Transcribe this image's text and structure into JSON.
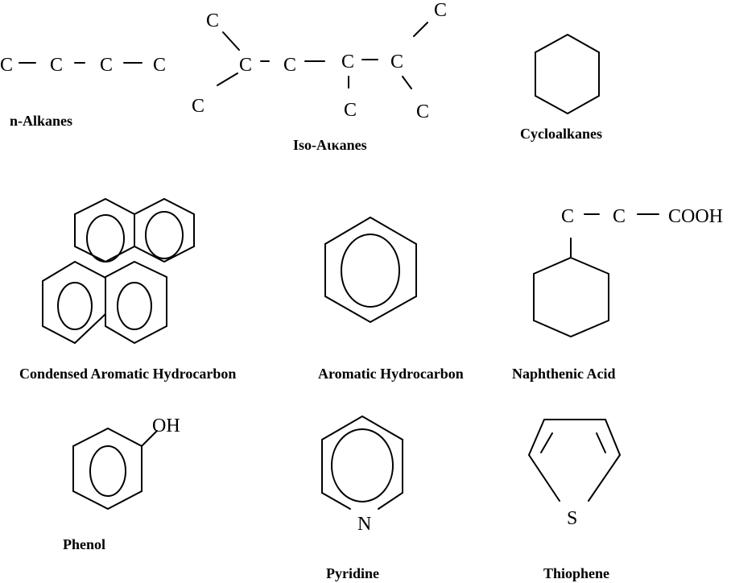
{
  "atoms": {
    "carbon": "C",
    "cooh": "COOH",
    "oh": "OH",
    "nitrogen": "N",
    "sulfur": "S"
  },
  "labels": {
    "n_alkanes": "n-Alkanes",
    "iso_alkanes": "Iso-Aικanes",
    "cycloalkanes": "Cycloalkanes",
    "condensed_aromatic": "Condensed Aromatic Hydrocarbon",
    "aromatic": "Aromatic Hydrocarbon",
    "naphthenic_acid": "Naphthenic Acid",
    "phenol": "Phenol",
    "pyridine": "Pyridine",
    "thiophene": "Thiophene"
  }
}
